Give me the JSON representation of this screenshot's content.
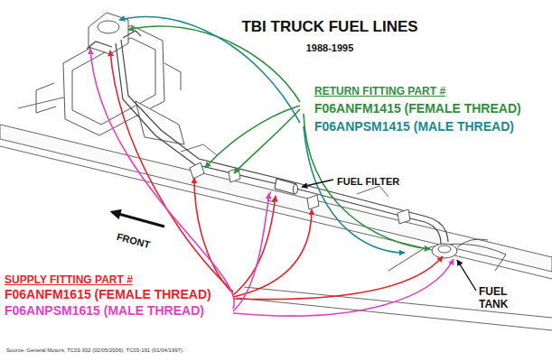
{
  "diagram": {
    "title": "TBI TRUCK FUEL LINES",
    "caption": "Source: General Motors, TC03-302 (02/05/2006), TC03-191 (01/04/1997).",
    "labels": [
      "1988-1995",
      "RETURN FITTING PART #",
      "F06ANFM1415 (FEMALE THREAD)",
      "F06ANPSM1415 (MALE THREAD)",
      "FUEL FILTER",
      "FRONT",
      "SUPPLY FITTING PART #",
      "F06ANFM1615 (FEMALE THREAD)",
      "F06ANPSM1615 (MALE THREAD)",
      "FUEL TANK"
    ]
  }
}
